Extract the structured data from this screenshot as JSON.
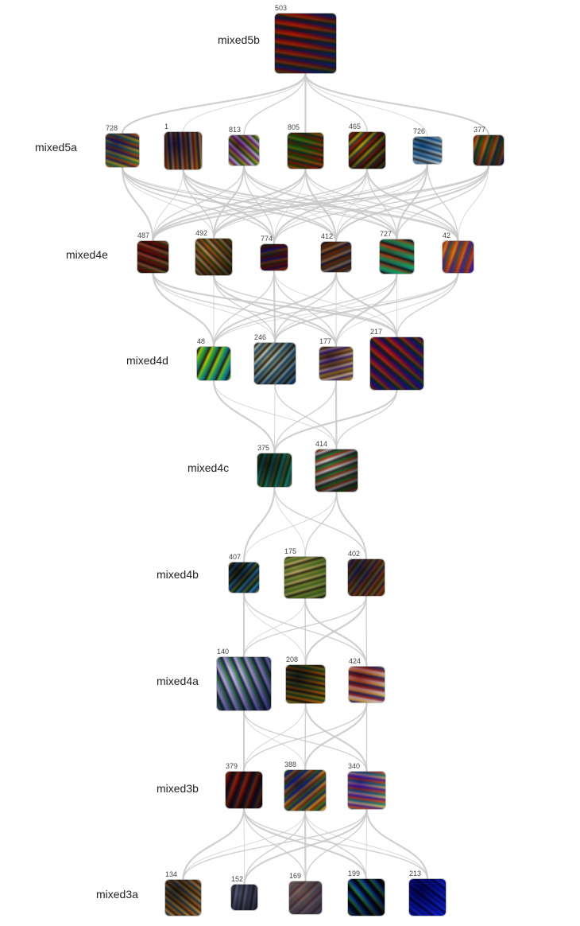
{
  "layers": [
    {
      "label": "mixed5b",
      "units": [
        "503"
      ]
    },
    {
      "label": "mixed5a",
      "units": [
        "728",
        "1",
        "813",
        "805",
        "465",
        "726",
        "377"
      ]
    },
    {
      "label": "mixed4e",
      "units": [
        "487",
        "492",
        "774",
        "412",
        "727",
        "42"
      ]
    },
    {
      "label": "mixed4d",
      "units": [
        "48",
        "246",
        "177",
        "217"
      ]
    },
    {
      "label": "mixed4c",
      "units": [
        "375",
        "414"
      ]
    },
    {
      "label": "mixed4b",
      "units": [
        "407",
        "175",
        "402"
      ]
    },
    {
      "label": "mixed4a",
      "units": [
        "140",
        "208",
        "424"
      ]
    },
    {
      "label": "mixed3b",
      "units": [
        "379",
        "388",
        "340"
      ]
    },
    {
      "label": "mixed3a",
      "units": [
        "134",
        "152",
        "169",
        "199",
        "213"
      ]
    }
  ],
  "edge_color": "#c8c8c8",
  "thumb_colors": {
    "503": [
      "#2a6f3f",
      "#e0a020",
      "#c0302a",
      "#3050b0"
    ],
    "728": [
      "#2b8f9a",
      "#d9682a",
      "#3a3aa0",
      "#e6d24a"
    ],
    "1": [
      "#a02828",
      "#dcdcdc",
      "#2a2a6a",
      "#c8a04a"
    ],
    "813": [
      "#2f6e2a",
      "#c0c02a",
      "#7a3a8a",
      "#e8e8e8"
    ],
    "805": [
      "#2a5aa0",
      "#d8c030",
      "#3a8a3a",
      "#c04020"
    ],
    "465": [
      "#c02020",
      "#2a5ac0",
      "#e8d040",
      "#2a2a2a"
    ],
    "726": [
      "#4a4a4a",
      "#a0c0d0",
      "#2a6a9a",
      "#e8e8e8"
    ],
    "377": [
      "#2a8a3a",
      "#c83a3a",
      "#d0b040",
      "#3a3a8a"
    ],
    "487": [
      "#e8e0d0",
      "#3a2a2a",
      "#a03030",
      "#6a6a3a"
    ],
    "492": [
      "#c0701a",
      "#2a5a2a",
      "#e8c090",
      "#3a3a3a"
    ],
    "774": [
      "#4a8a2a",
      "#d0c030",
      "#3a3aa0",
      "#a02a2a"
    ],
    "412": [
      "#e8e8f0",
      "#2a3a8a",
      "#a05a2a",
      "#6a6a6a"
    ],
    "727": [
      "#2ac0c8",
      "#2a2a3a",
      "#e0704a",
      "#40d0a0"
    ],
    "42": [
      "#3a8ac0",
      "#e05a2a",
      "#e8c040",
      "#8a3ac0"
    ],
    "48": [
      "#2a8ad0",
      "#2a2a4a",
      "#e8e030",
      "#40c0c0"
    ],
    "246": [
      "#a0a080",
      "#3a2a2a",
      "#e8e8d0",
      "#2a5a8a"
    ],
    "177": [
      "#7a5a2a",
      "#c0a040",
      "#5a3a8a",
      "#e8e0c0"
    ],
    "217": [
      "#2a8a2a",
      "#e8d030",
      "#c02a5a",
      "#2a4ac0"
    ],
    "375": [
      "#5a5a9a",
      "#c08a2a",
      "#2a3a3a",
      "#4ac0a0"
    ],
    "414": [
      "#2a8a3a",
      "#c04a2a",
      "#e8e8e8",
      "#3a3a3a"
    ],
    "407": [
      "#3a3a8a",
      "#c0a03a",
      "#2a2a2a",
      "#6ac0d0"
    ],
    "175": [
      "#a0b060",
      "#3a3a2a",
      "#e0d0a0",
      "#6a8a4a"
    ],
    "402": [
      "#5a4a2a",
      "#a0c050",
      "#3a3a8a",
      "#c07a3a"
    ],
    "140": [
      "#3a9a3a",
      "#a0a0e0",
      "#e8e8e8",
      "#2a2a6a"
    ],
    "208": [
      "#2a6a6a",
      "#a0c060",
      "#2a2a3a",
      "#e0a030"
    ],
    "424": [
      "#e8d060",
      "#3a3a8a",
      "#a03a3a",
      "#e8e8e8"
    ],
    "379": [
      "#3a6ac0",
      "#e8c030",
      "#a03030",
      "#2a2a3a"
    ],
    "388": [
      "#c03a3a",
      "#3aa03a",
      "#3a3ac0",
      "#e8d040"
    ],
    "340": [
      "#2aa0a0",
      "#e86a3a",
      "#6a3ac0",
      "#e8e0a0"
    ],
    "134": [
      "#2a5aa0",
      "#d08a3a",
      "#3a3a3a",
      "#e8c080"
    ],
    "152": [
      "#7a7a8a",
      "#4a5a7a",
      "#a0a0b0",
      "#3a3a4a"
    ],
    "169": [
      "#a07a6a",
      "#6a8aa0",
      "#c0a090",
      "#5a5a7a"
    ],
    "199": [
      "#0a0a1a",
      "#e8e040",
      "#2a8ad0",
      "#1a1a3a"
    ],
    "213": [
      "#1a2aa0",
      "#2a4ae0",
      "#0a0a5a",
      "#4a6af0"
    ]
  }
}
